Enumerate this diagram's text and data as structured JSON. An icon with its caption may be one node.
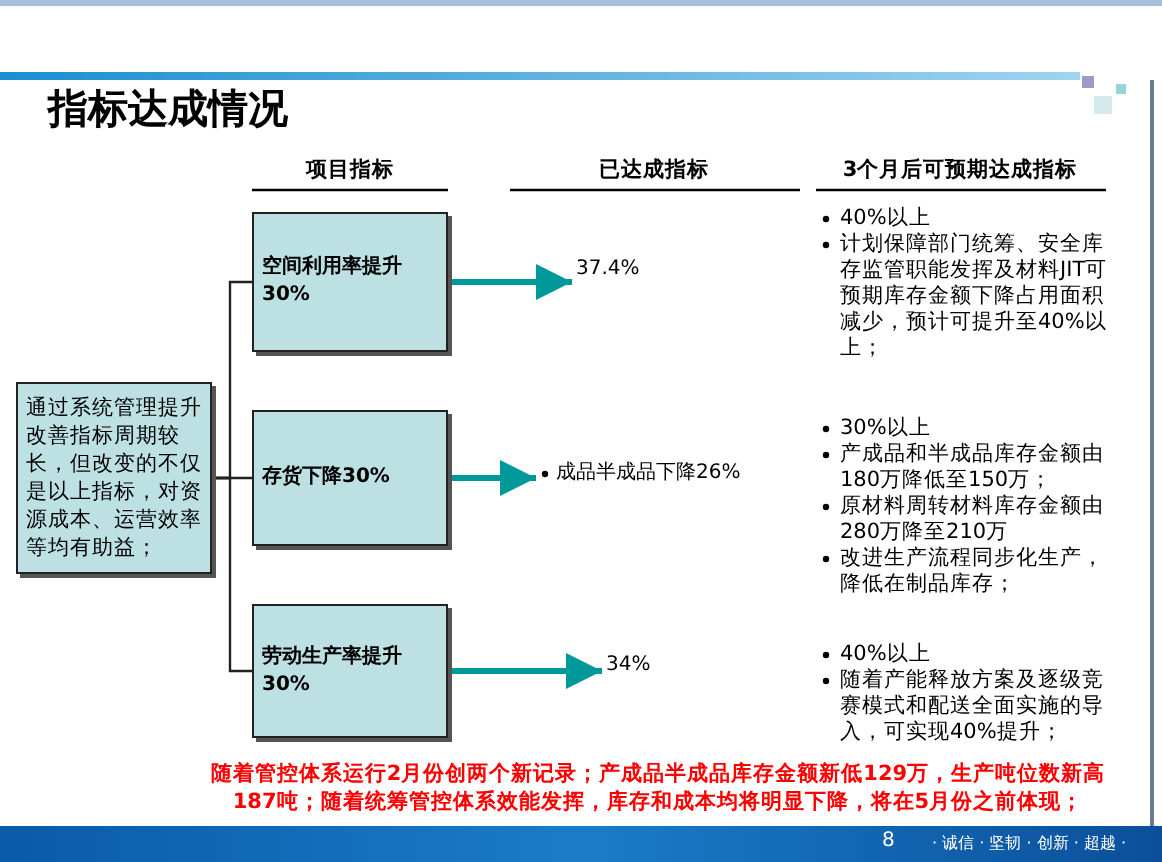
{
  "diagram": {
    "title": "指标达成情况",
    "nodes": [
      {
        "text": [
          "通过系统管理提升改善指标周期较长，但改变的不仅是以上指标，对资源成本、运营效率等均有助益；"
        ]
      },
      {
        "text": [
          "空间利用率提升30%"
        ]
      },
      {
        "text": [
          "存货下降30%"
        ]
      },
      {
        "text": [
          "劳动生产率提升30%"
        ]
      },
      {
        "text": [
          "37.4%"
        ]
      },
      {
        "text": [
          "成品半成品下降26%"
        ]
      },
      {
        "text": [
          "34%"
        ]
      }
    ],
    "edges": [
      {
        "from": 0,
        "to": 1,
        "arrow": "none"
      },
      {
        "from": 0,
        "to": 2,
        "arrow": "none"
      },
      {
        "from": 0,
        "to": 3,
        "arrow": "none"
      },
      {
        "from": 1,
        "to": 4,
        "arrow": "to",
        "style": "thick",
        "color": "#00999a"
      },
      {
        "from": 2,
        "to": 5,
        "arrow": "to",
        "style": "thick",
        "color": "#00999a"
      },
      {
        "from": 3,
        "to": 6,
        "arrow": "to",
        "style": "thick",
        "color": "#00999a"
      }
    ],
    "labels": [
      "项目指标",
      "已达成指标",
      "3个月后可预期达成指标",
      "40%以上",
      "计划保障部门统筹、安全库存监管职能发挥及材料JIT可预期库存金额下降占用面积减少，预计可提升至40%以上；",
      "30%以上",
      "产成品和半成品库存金额由180万降低至150万；",
      "原材料周转材料库存金额由280万降至210万",
      "改进生产流程同步化生产，降低在制品库存；",
      "40%以上",
      "随着产能释放方案及逐级竞赛模式和配送全面实施的导入，可实现40%提升；",
      "随着管控体系运行2月份创两个新记录；产成品半成品库存金额新低129万，生产吨位数新高187吨；随着统筹管控体系效能发挥，库存和成本均将明显下降，将在5月份之前体现；",
      "· 诚信 · 坚韧 · 创新 · 超越 ·",
      "8"
    ]
  }
}
